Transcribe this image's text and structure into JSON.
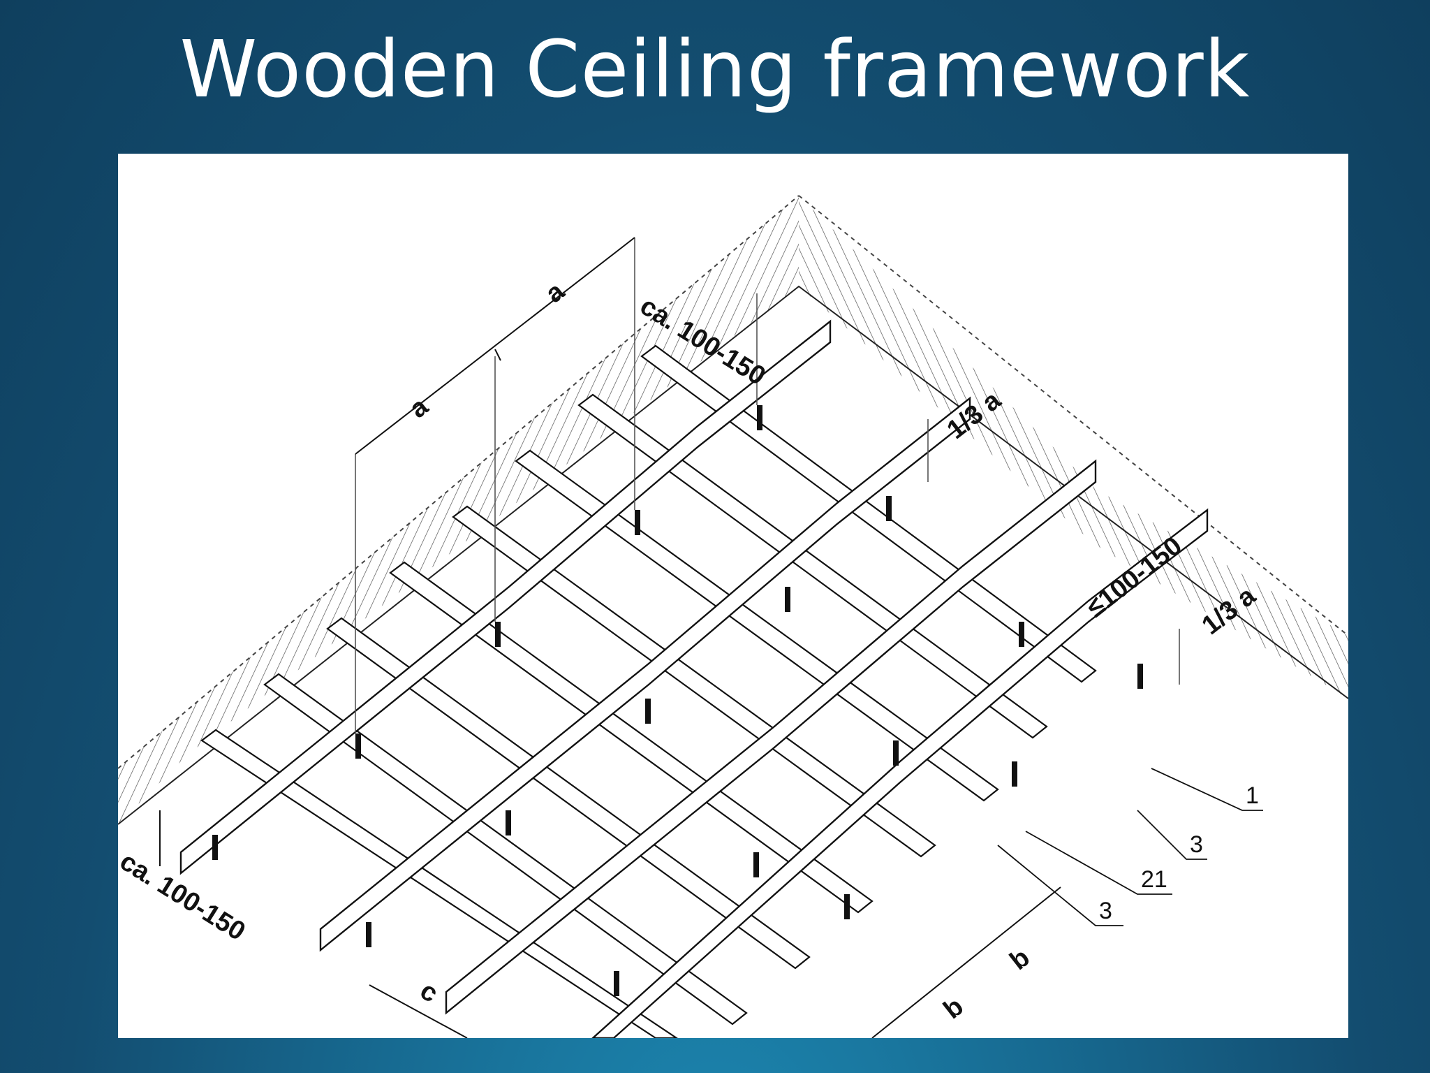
{
  "slide": {
    "title": "Wooden Ceiling framework"
  },
  "drawing": {
    "dimensions": {
      "span_a_left": "a",
      "span_a_right": "a",
      "spacing_c": "c",
      "spacing_b_1": "b",
      "spacing_b_2": "b",
      "edge_offset_top": "ca. 100-150",
      "edge_offset_bottom": "ca. 100-150",
      "edge_offset_right": "≤100-150",
      "third_a_top": "1/3 a",
      "third_a_right": "1/3 a"
    },
    "callouts": [
      "1",
      "3",
      "21",
      "3"
    ],
    "colors": {
      "background": "#134d70",
      "title": "#ffffff",
      "panel": "#ffffff",
      "ink": "#111111"
    }
  }
}
